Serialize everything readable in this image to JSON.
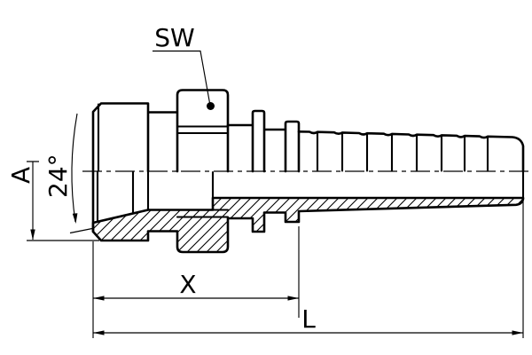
{
  "drawing": {
    "background_color": "#ffffff",
    "line_color": "#000000",
    "labels": {
      "wrench_size": "SW",
      "diameter": "A",
      "cone_angle": "24°",
      "dim_x": "X",
      "dim_l": "L"
    }
  }
}
